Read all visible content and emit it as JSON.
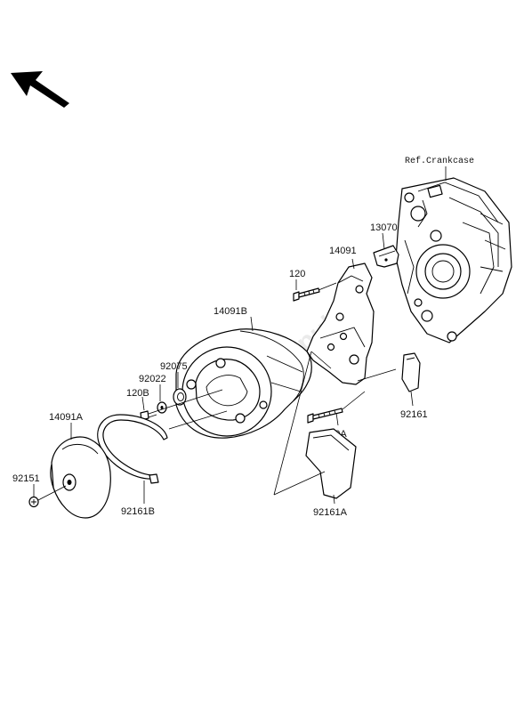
{
  "reference": "Ref.Crankcase",
  "watermark": "PartsRepublik",
  "parts": [
    {
      "id": "13070",
      "label": "13070"
    },
    {
      "id": "14091",
      "label": "14091"
    },
    {
      "id": "120",
      "label": "120"
    },
    {
      "id": "14091B",
      "label": "14091B"
    },
    {
      "id": "92075",
      "label": "92075"
    },
    {
      "id": "92022",
      "label": "92022"
    },
    {
      "id": "120B",
      "label": "120B"
    },
    {
      "id": "14091A",
      "label": "14091A"
    },
    {
      "id": "92151",
      "label": "92151"
    },
    {
      "id": "92161B",
      "label": "92161B"
    },
    {
      "id": "92161",
      "label": "92161"
    },
    {
      "id": "120A",
      "label": "120A"
    },
    {
      "id": "92161A",
      "label": "92161A"
    }
  ],
  "icons": {
    "direction": "front-direction-arrow-icon"
  }
}
